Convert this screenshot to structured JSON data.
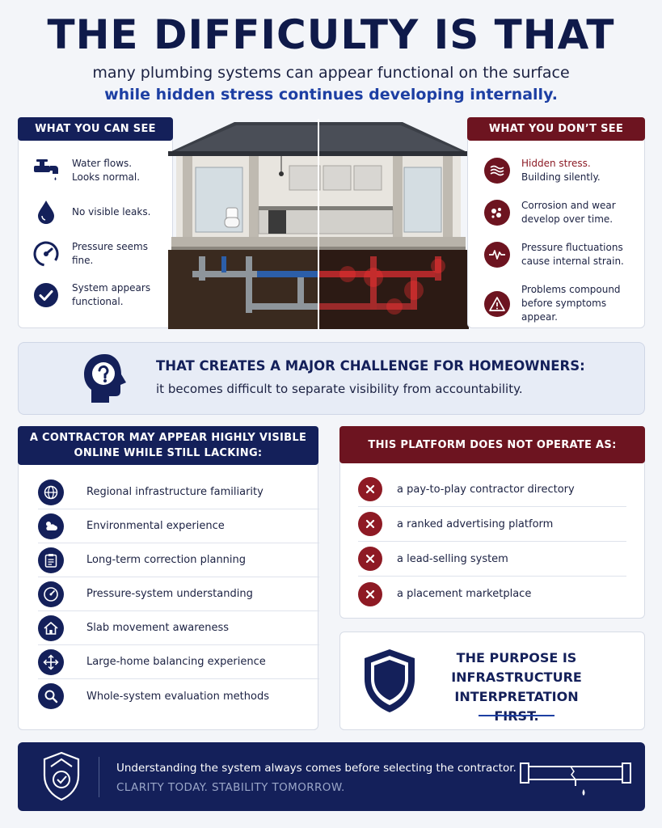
{
  "header": {
    "title": "THE DIFFICULTY IS THAT",
    "line1": "many plumbing systems can appear functional on the surface",
    "line2": "while hidden stress continues developing internally."
  },
  "see_panel": {
    "title": "WHAT YOU CAN SEE",
    "items": [
      {
        "icon": "faucet-icon",
        "text": "Water flows.\nLooks normal."
      },
      {
        "icon": "water-drop-icon",
        "text": "No visible leaks."
      },
      {
        "icon": "pressure-gauge-icon",
        "text": "Pressure seems fine."
      },
      {
        "icon": "checkmark-icon",
        "text": "System appears\nfunctional."
      }
    ]
  },
  "dont_see_panel": {
    "title": "WHAT YOU DON’T SEE",
    "items": [
      {
        "icon": "waves-icon",
        "line1": "Hidden stress.",
        "line2": "Building silently."
      },
      {
        "icon": "corrosion-icon",
        "line1": "Corrosion and wear",
        "line2": "develop over time."
      },
      {
        "icon": "pulse-icon",
        "line1": "Pressure fluctuations",
        "line2": "cause internal strain."
      },
      {
        "icon": "warning-icon",
        "line1": "Problems compound",
        "line2": "before symptoms appear."
      }
    ]
  },
  "challenge": {
    "heading": "THAT CREATES A MAJOR CHALLENGE FOR HOMEOWNERS:",
    "text": "it becomes difficult to separate visibility from accountability."
  },
  "lacking": {
    "title_line1": "A CONTRACTOR MAY APPEAR HIGHLY VISIBLE",
    "title_line2": "ONLINE WHILE STILL LACKING:",
    "items": [
      {
        "icon": "globe-icon",
        "text": "Regional infrastructure familiarity"
      },
      {
        "icon": "weather-icon",
        "text": "Environmental experience"
      },
      {
        "icon": "clipboard-icon",
        "text": "Long-term correction planning"
      },
      {
        "icon": "gauge-icon",
        "text": "Pressure-system understanding"
      },
      {
        "icon": "house-icon",
        "text": "Slab movement awareness"
      },
      {
        "icon": "balance-arrows-icon",
        "text": "Large-home balancing experience"
      },
      {
        "icon": "magnifier-icon",
        "text": "Whole-system evaluation methods"
      }
    ]
  },
  "platform": {
    "title": "THIS PLATFORM DOES NOT OPERATE AS:",
    "items": [
      "a pay-to-play contractor directory",
      "a ranked advertising platform",
      "a lead-selling system",
      "a placement marketplace"
    ]
  },
  "purpose": {
    "line1": "THE PURPOSE IS",
    "line2": "INFRASTRUCTURE",
    "line3": "INTERPRETATION FIRST."
  },
  "footer": {
    "line1": "Understanding the system always comes before selecting the contractor.",
    "line2": "CLARITY TODAY. STABILITY TOMORROW."
  },
  "colors": {
    "navy": "#14205a",
    "maroon": "#6d1420",
    "accent_blue": "#1d3fa3",
    "background": "#f3f5f9"
  }
}
